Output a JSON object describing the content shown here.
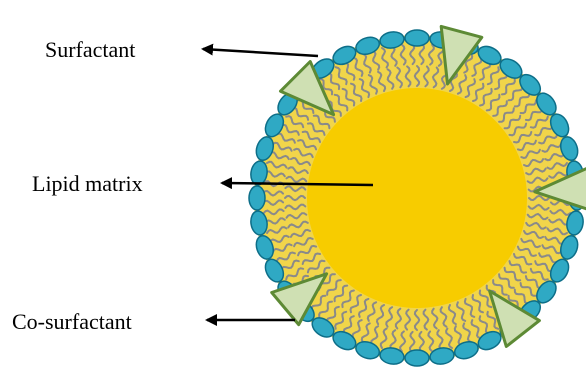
{
  "labels": {
    "surfactant": "Surfactant",
    "lipid_matrix": "Lipid matrix",
    "co_surfactant": "Co-surfactant"
  },
  "colors": {
    "core": "#F7CC00",
    "shell": "#F1D54A",
    "tails": "#8A8A8A",
    "head_fill": "#2FA9C4",
    "head_stroke": "#0D6E88",
    "cosurf_fill": "#CFE0B3",
    "cosurf_stroke": "#5D8A35",
    "arrow": "#000000"
  }
}
